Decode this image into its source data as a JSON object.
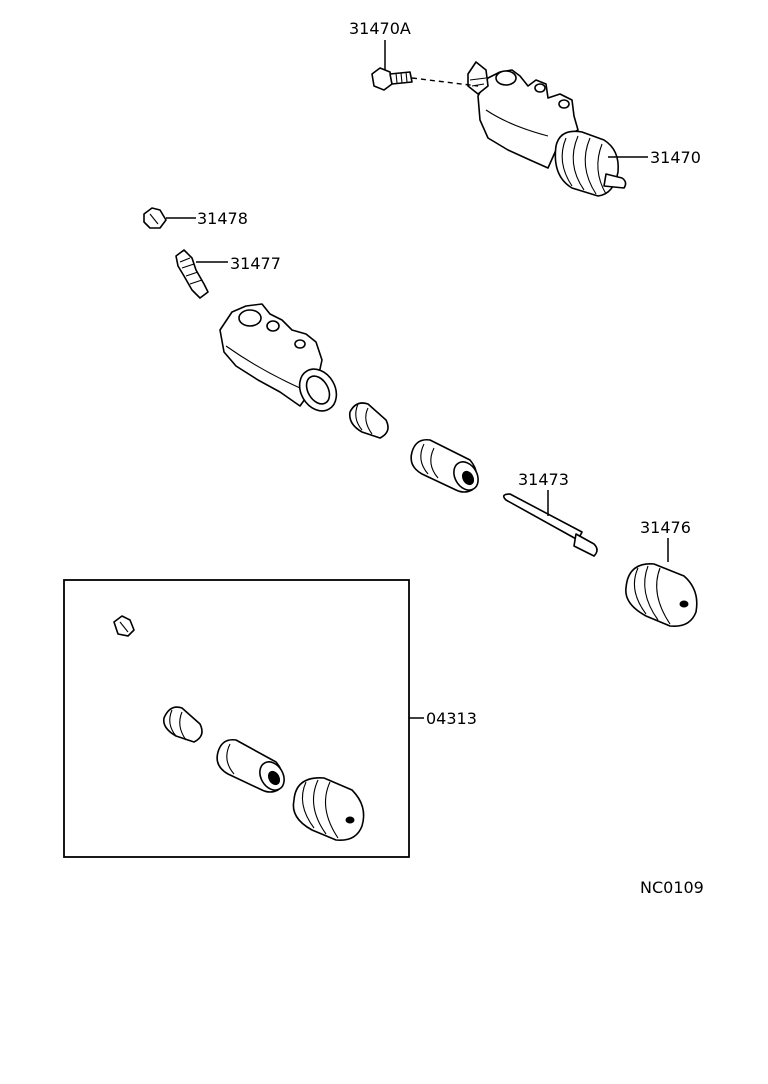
{
  "labels": {
    "bleeder_bolt": "31470A",
    "cylinder_assy": "31470",
    "bleeder_cap": "31478",
    "bleeder_plug": "31477",
    "push_rod": "31473",
    "boot": "31476",
    "kit": "04313"
  },
  "figure_code": "NC0109"
}
